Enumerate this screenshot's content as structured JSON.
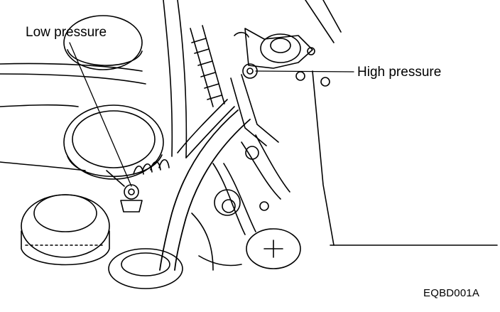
{
  "labels": {
    "low_pressure": "Low pressure",
    "high_pressure": "High pressure"
  },
  "figure_code": "EQBD001A",
  "colors": {
    "ink": "#000000",
    "paper": "#ffffff"
  }
}
